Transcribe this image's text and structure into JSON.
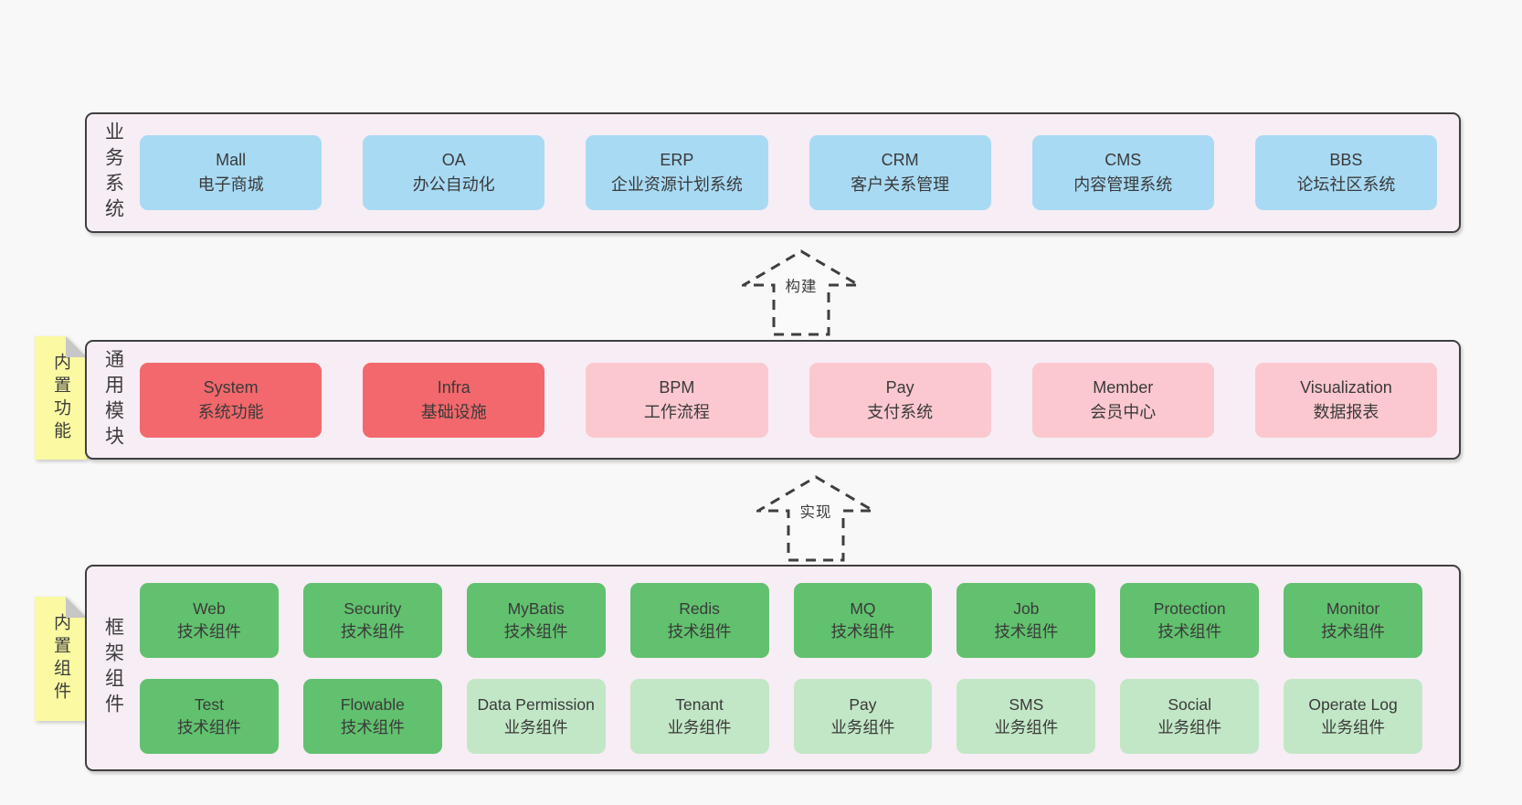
{
  "diagram": {
    "title_hint": "Architecture layer diagram",
    "colors": {
      "page_background": "#f8f8f8",
      "band_background": "#f7edf5",
      "band_border": "#3f3f3f",
      "blue_card": "#a8daf4",
      "red_card": "#f3686c",
      "pink_card": "#fbc8cf",
      "green_card": "#61c16e",
      "light_green_card": "#c2e7c6",
      "sticky_note": "#fbf9a2",
      "note_fold": "#c7c7c7",
      "text": "#3c3c3c"
    },
    "bands": [
      {
        "label": "业务系统",
        "cells": [
          {
            "name": "Mall",
            "sub": "电子商城",
            "variant": "blue"
          },
          {
            "name": "OA",
            "sub": "办公自动化",
            "variant": "blue"
          },
          {
            "name": "ERP",
            "sub": "企业资源计划系统",
            "variant": "blue"
          },
          {
            "name": "CRM",
            "sub": "客户关系管理",
            "variant": "blue"
          },
          {
            "name": "CMS",
            "sub": "内容管理系统",
            "variant": "blue"
          },
          {
            "name": "BBS",
            "sub": "论坛社区系统",
            "variant": "blue"
          }
        ]
      },
      {
        "label": "通用模块",
        "cells": [
          {
            "name": "System",
            "sub": "系统功能",
            "variant": "red"
          },
          {
            "name": "Infra",
            "sub": "基础设施",
            "variant": "red"
          },
          {
            "name": "BPM",
            "sub": "工作流程",
            "variant": "pink"
          },
          {
            "name": "Pay",
            "sub": "支付系统",
            "variant": "pink"
          },
          {
            "name": "Member",
            "sub": "会员中心",
            "variant": "pink"
          },
          {
            "name": "Visualization",
            "sub": "数据报表",
            "variant": "pink"
          }
        ]
      },
      {
        "label": "框架组件",
        "rows": [
          [
            {
              "name": "Web",
              "sub": "技术组件",
              "variant": "green"
            },
            {
              "name": "Security",
              "sub": "技术组件",
              "variant": "green"
            },
            {
              "name": "MyBatis",
              "sub": "技术组件",
              "variant": "green"
            },
            {
              "name": "Redis",
              "sub": "技术组件",
              "variant": "green"
            },
            {
              "name": "MQ",
              "sub": "技术组件",
              "variant": "green"
            },
            {
              "name": "Job",
              "sub": "技术组件",
              "variant": "green"
            },
            {
              "name": "Protection",
              "sub": "技术组件",
              "variant": "green"
            },
            {
              "name": "Monitor",
              "sub": "技术组件",
              "variant": "green"
            }
          ],
          [
            {
              "name": "Test",
              "sub": "技术组件",
              "variant": "green"
            },
            {
              "name": "Flowable",
              "sub": "技术组件",
              "variant": "green"
            },
            {
              "name": "Data Permission",
              "sub": "业务组件",
              "variant": "lightgreen"
            },
            {
              "name": "Tenant",
              "sub": "业务组件",
              "variant": "lightgreen"
            },
            {
              "name": "Pay",
              "sub": "业务组件",
              "variant": "lightgreen"
            },
            {
              "name": "SMS",
              "sub": "业务组件",
              "variant": "lightgreen"
            },
            {
              "name": "Social",
              "sub": "业务组件",
              "variant": "lightgreen"
            },
            {
              "name": "Operate Log",
              "sub": "业务组件",
              "variant": "lightgreen"
            }
          ]
        ]
      }
    ],
    "arrows": [
      {
        "label": "构建"
      },
      {
        "label": "实现"
      }
    ],
    "notes": [
      {
        "label": "内置功能"
      },
      {
        "label": "内置组件"
      }
    ]
  }
}
